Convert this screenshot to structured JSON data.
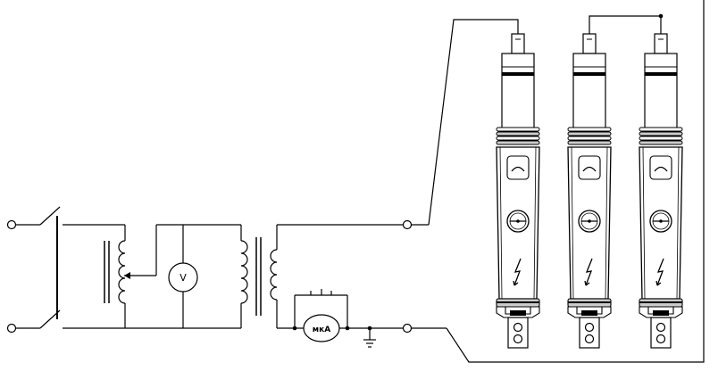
{
  "diagram": {
    "voltmeter_label": "V",
    "microammeter_label": "мкА",
    "units_count": 3,
    "line_color": "#000000",
    "body_fill": "#cccccc",
    "background": "#ffffff"
  }
}
